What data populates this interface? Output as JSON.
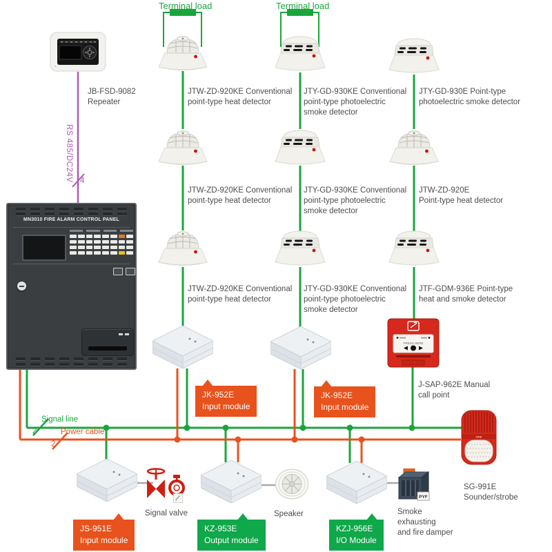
{
  "colors": {
    "signal_green": "#1aa53c",
    "power_orange": "#e8521c",
    "rs485_purple": "#b05ab0",
    "label_gray": "#4d4d4d",
    "callout_orange": "#e8521c",
    "callout_green": "#0fa84a",
    "device_red": "#d5291d"
  },
  "terminal_loads": {
    "left": "Terminal load",
    "right": "Terminal load"
  },
  "repeater": {
    "line1": "JB-FSD-9082",
    "line2": "Repeater"
  },
  "wiring": {
    "rs485_label": "RS 485/DC24V",
    "rs485_count": "4",
    "signal_label": "Signal line",
    "signal_count": "2",
    "power_label": "Power cable",
    "power_count": "2"
  },
  "control_panel": {
    "title": "MN3010 FIRE ALARM CONTROL PANEL"
  },
  "detectors": [
    {
      "type": "heat",
      "line1": "JTW-ZD-920KE Conventional",
      "line2": "point-type heat detector",
      "line3": ""
    },
    {
      "type": "smoke",
      "line1": "JTY-GD-930KE Conventional",
      "line2": "point-type photoelectric",
      "line3": "smoke detector"
    },
    {
      "type": "smoke",
      "line1": "JTY-GD-930E Point-type",
      "line2": "photoelectric smoke detector",
      "line3": ""
    },
    {
      "type": "heat",
      "line1": "JTW-ZD-920KE Conventional",
      "line2": "point-type heat detector",
      "line3": ""
    },
    {
      "type": "smoke",
      "line1": "JTY-GD-930KE Conventional",
      "line2": "point-type photoelectric",
      "line3": "smoke detector"
    },
    {
      "type": "heat",
      "line1": "JTW-ZD-920E",
      "line2": "Point-type heat detector",
      "line3": ""
    },
    {
      "type": "heat",
      "line1": "JTW-ZD-920KE Conventional",
      "line2": "point-type heat detector",
      "line3": ""
    },
    {
      "type": "smoke",
      "line1": "JTY-GD-930KE Conventional",
      "line2": "point-type photoelectric",
      "line3": "smoke detector"
    },
    {
      "type": "smoke",
      "line1": "JTF-GDM-936E Point-type",
      "line2": "heat and smoke detector",
      "line3": ""
    }
  ],
  "call_point": {
    "line1": "J-SAP-962E Manual",
    "line2": "call point",
    "press_text": "PRESS HERE"
  },
  "sounder": {
    "line1": "SG-991E",
    "line2": "Sounder/strobe",
    "band_text": "FIRE"
  },
  "callouts": {
    "jk1": {
      "model": "JK-952E",
      "desc": "Input module"
    },
    "jk2": {
      "model": "JK-952E",
      "desc": "Input module"
    },
    "js": {
      "model": "JS-951E",
      "desc": "Input module"
    },
    "kz": {
      "model": "KZ-953E",
      "desc": "Output module"
    },
    "kzj": {
      "model": "KZJ-956E",
      "desc": "I/O Module"
    }
  },
  "peripherals": {
    "signal_valve": "Signal valve",
    "speaker": "Speaker",
    "damper_line1": "Smoke",
    "damper_line2": "exhausting",
    "damper_line3": "and fire damper",
    "damper_badge": "PYF"
  }
}
